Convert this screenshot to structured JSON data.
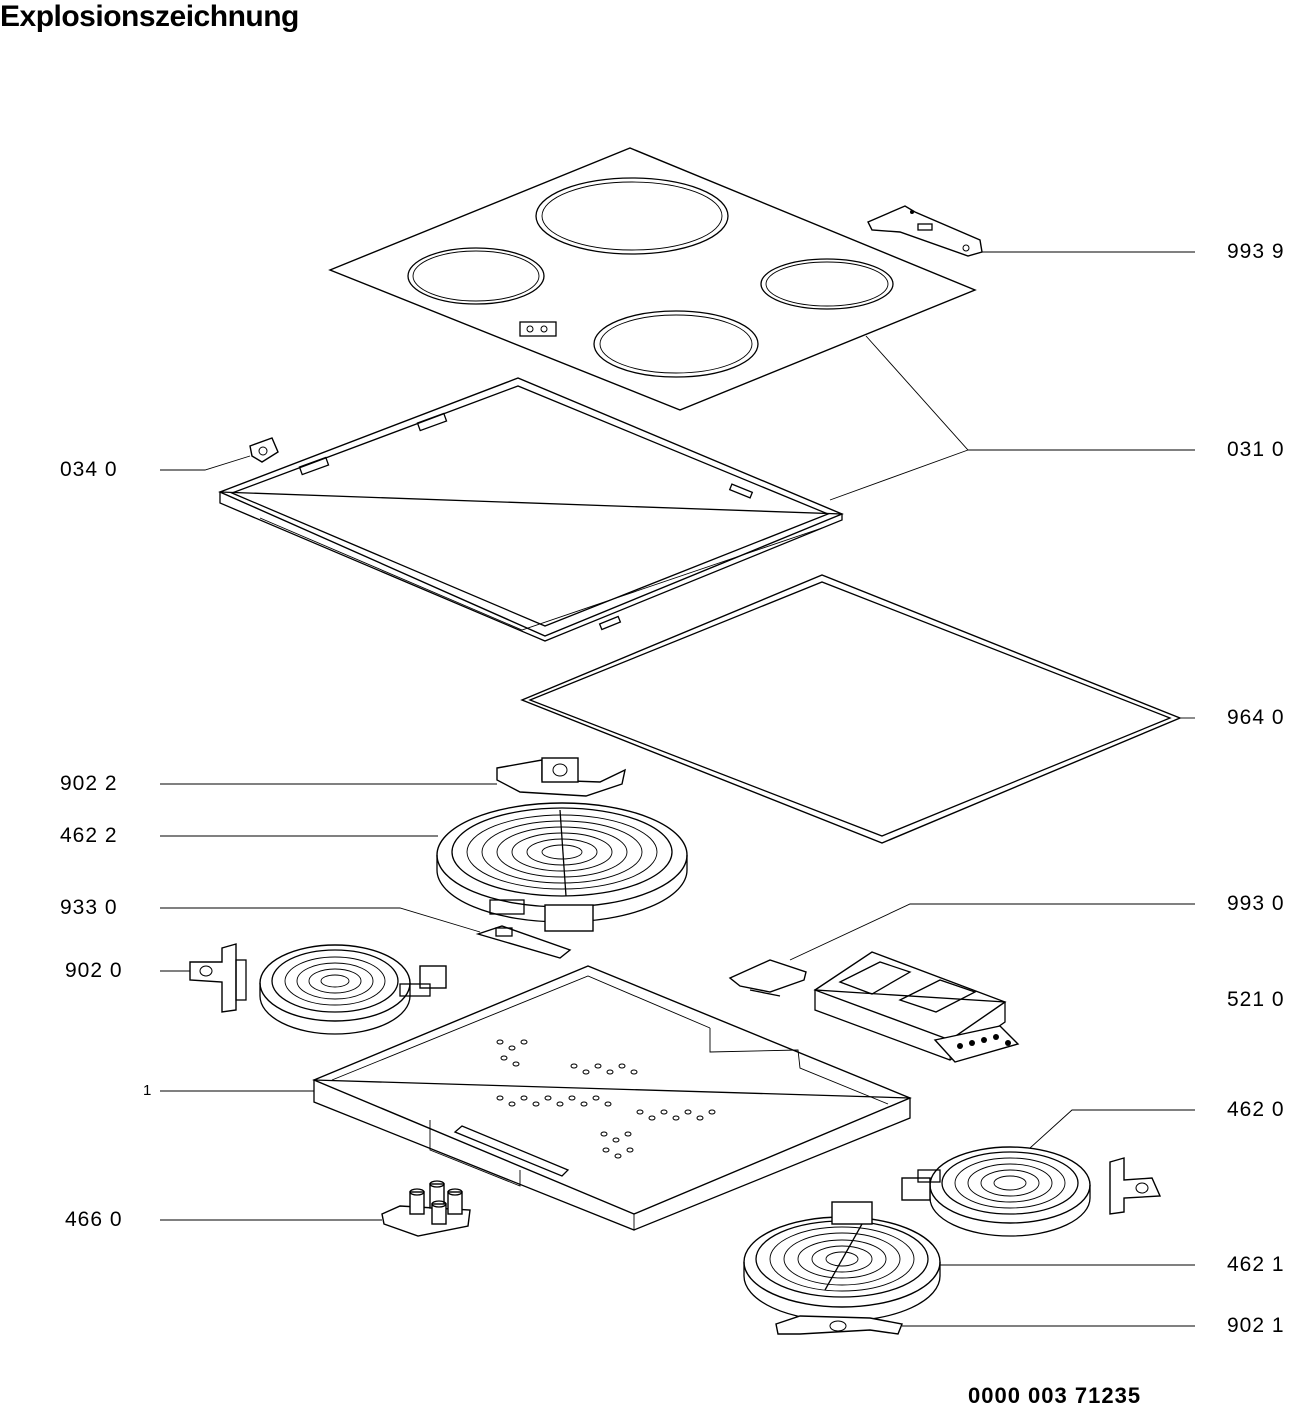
{
  "title": "Explosionszeichnung",
  "document_number": "0000 003 71235",
  "labels": {
    "l993_9": "993 9",
    "l031_0": "031 0",
    "l034_0": "034 0",
    "l964_0": "964 0",
    "l902_2": "902 2",
    "l462_2": "462 2",
    "l933_0": "933 0",
    "l993_0": "993 0",
    "l902_0": "902 0",
    "l521_0": "521 0",
    "l1": "1",
    "l462_0": "462 0",
    "l466_0": "466 0",
    "l462_1": "462 1",
    "l902_1": "902 1"
  }
}
